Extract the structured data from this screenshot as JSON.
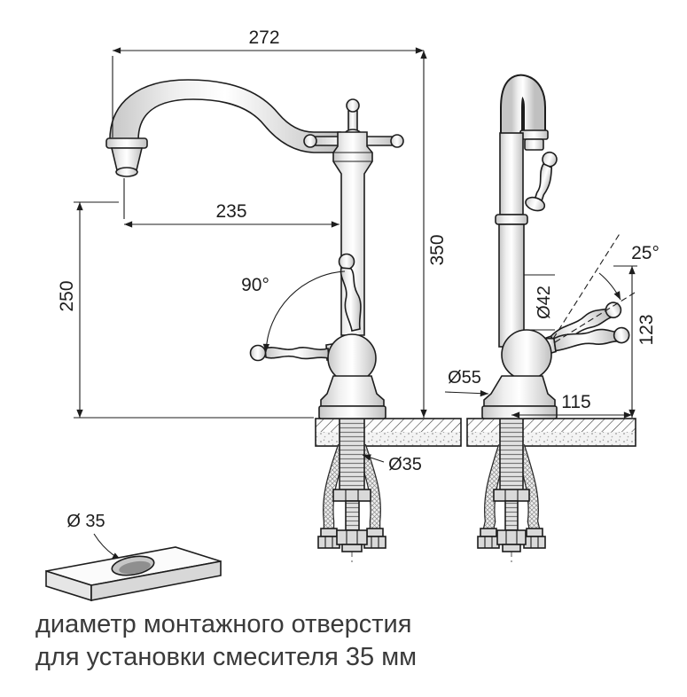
{
  "colors": {
    "line": "#1d1d1d",
    "caption": "#3a3a3a",
    "background": "#ffffff"
  },
  "front_view": {
    "dim_spout_width": "272",
    "dim_spout_reach": "235",
    "dim_spout_height": "250",
    "dim_total_height": "350",
    "handle_rotation_angle": "90°",
    "tailpiece_diameter": "Ø35"
  },
  "side_view": {
    "handle_lift_angle": "25°",
    "body_diameter": "Ø42",
    "base_diameter": "Ø55",
    "handle_height": "123",
    "handle_reach": "115"
  },
  "mounting_hole": {
    "label": "Ø 35"
  },
  "caption": {
    "line1": "диаметр монтажного отверстия",
    "line2": "для установки смесителя 35 мм"
  }
}
